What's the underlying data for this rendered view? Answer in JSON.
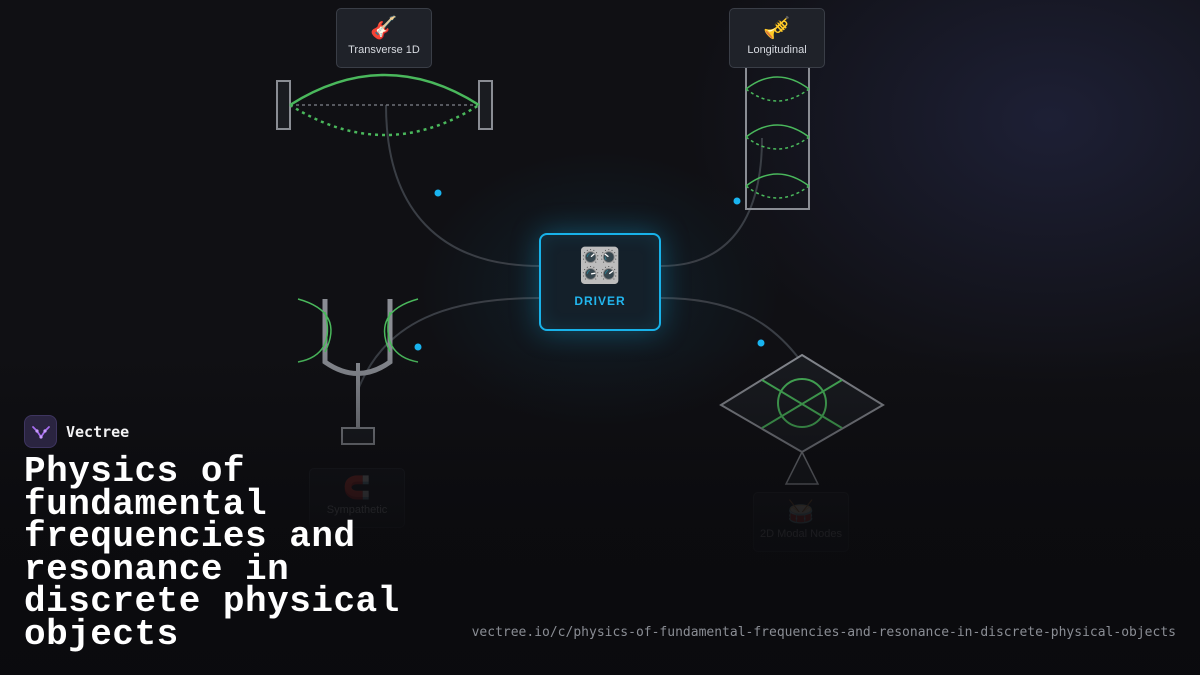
{
  "diagram": {
    "driver": {
      "label": "DRIVER",
      "icon": "control-knobs-icon",
      "emoji": "🎛️",
      "accent": "#18b2ea"
    },
    "nodes": [
      {
        "id": "transverse",
        "label": "Transverse 1D",
        "icon": "guitar-icon",
        "emoji": "🎸"
      },
      {
        "id": "longitudinal",
        "label": "Longitudinal",
        "icon": "trumpet-icon",
        "emoji": "🎺"
      },
      {
        "id": "sympathetic",
        "label": "Sympathetic",
        "icon": "magnet-icon",
        "emoji": "🧲"
      },
      {
        "id": "modal",
        "label": "2D Modal Nodes",
        "icon": "drum-icon",
        "emoji": "🥁"
      }
    ],
    "wave_color": "#4ab85c",
    "connector_color": "#3a3e45",
    "dot_color": "#19b4f0"
  },
  "brand": {
    "name": "Vectree",
    "logo_icon": "vectree-logo-icon"
  },
  "title": "Physics of fundamental frequencies and resonance in discrete physical objects",
  "url": "vectree.io/c/physics-of-fundamental-frequencies-and-resonance-in-discrete-physical-objects"
}
